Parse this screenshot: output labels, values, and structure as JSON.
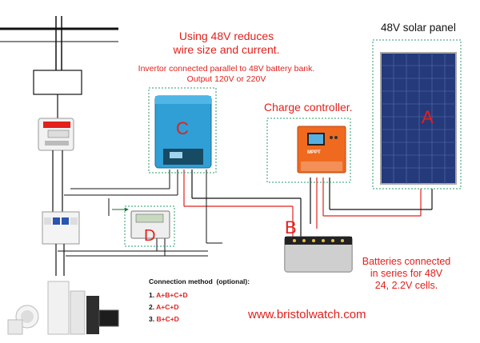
{
  "notes": {
    "headline_line1": "Using 48V reduces",
    "headline_line2": "wire size and current.",
    "inverter_line1": "Invertor connected parallel to 48V battery bank.",
    "inverter_line2": "Output 120V or 220V",
    "charge_controller": "Charge controller.",
    "solar_panel": "48V solar panel",
    "batteries_line1": "Batteries connected",
    "batteries_line2": "in series for 48V",
    "batteries_line3": "24, 2.2V cells.",
    "website": "www.bristolwatch.com"
  },
  "letters": {
    "A": "A",
    "B": "B",
    "C": "C",
    "D": "D"
  },
  "device_labels": {
    "mppt": "MPPT"
  },
  "connection": {
    "heading": "Connection method  (optional):",
    "options": [
      {
        "num": "1.",
        "text": "A+B+C+D"
      },
      {
        "num": "2.",
        "text": "A+C+D"
      },
      {
        "num": "3.",
        "text": "B+C+D"
      }
    ]
  },
  "colors": {
    "accent_red": "#e3201b",
    "inverter_blue": "#2f9fd6",
    "controller_orange": "#ef6a1f",
    "panel_blue": "#253a7a"
  }
}
